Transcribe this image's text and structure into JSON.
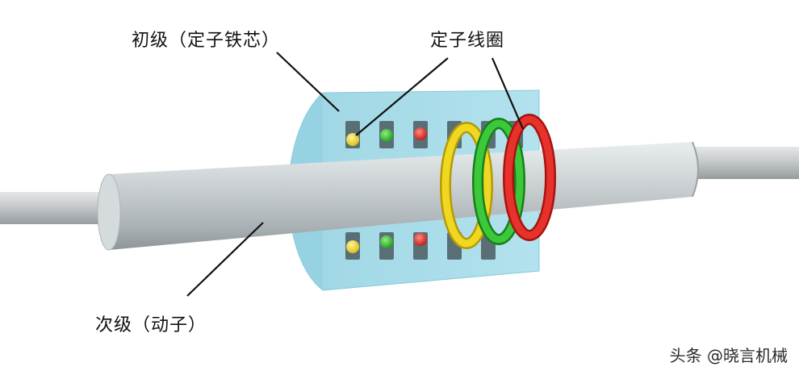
{
  "labels": {
    "primary": "初级（定子铁芯）",
    "stator_coil": "定子线圈",
    "secondary": "次级（动子）"
  },
  "watermark": "头条 @晓言机械",
  "colors": {
    "core": "#a9dde9",
    "core_edge": "#7fc6d8",
    "shaft": "#c5cbce",
    "yellow": "#e8d120",
    "green": "#2fb52e",
    "red": "#d8241c"
  }
}
